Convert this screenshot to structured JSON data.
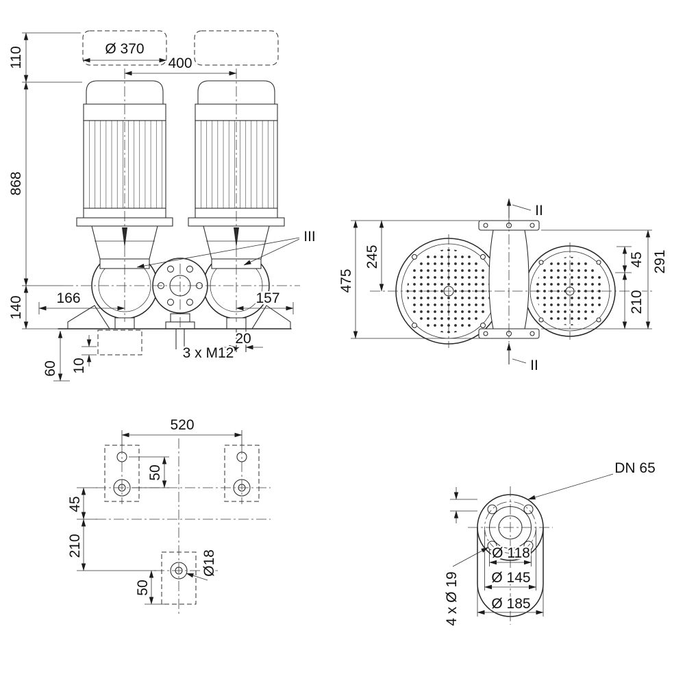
{
  "drawing": {
    "front_view": {
      "motor_dia": "Ø 370",
      "motor_spacing": "400",
      "removal_clearance": "110",
      "total_height": "868",
      "base_height": "140",
      "offset_left": "166",
      "offset_right": "157",
      "bolt_offset": "20",
      "anchor_bolts": "3 x M12",
      "foundation_depth": "60",
      "grout_thickness": "10",
      "section_label": "III"
    },
    "plan_view": {
      "overall_depth": "475",
      "axis_depth": "245",
      "port_offset": "45",
      "body_depth": "291",
      "port_depth": "210",
      "section_label_top": "II",
      "section_label_bottom": "II"
    },
    "foundation_view": {
      "bolt_span": "520",
      "hole_pitch_upper": "50",
      "axis_offset": "45",
      "row_spacing": "210",
      "hole_pitch_lower": "50",
      "hole_dia": "Ø18"
    },
    "flange_view": {
      "nominal_dia": "DN 65",
      "raised_face_dia": "Ø 118",
      "bolt_circle_dia": "Ø 145",
      "outer_dia": "Ø 185",
      "bolt_holes": "4 x Ø 19"
    }
  }
}
